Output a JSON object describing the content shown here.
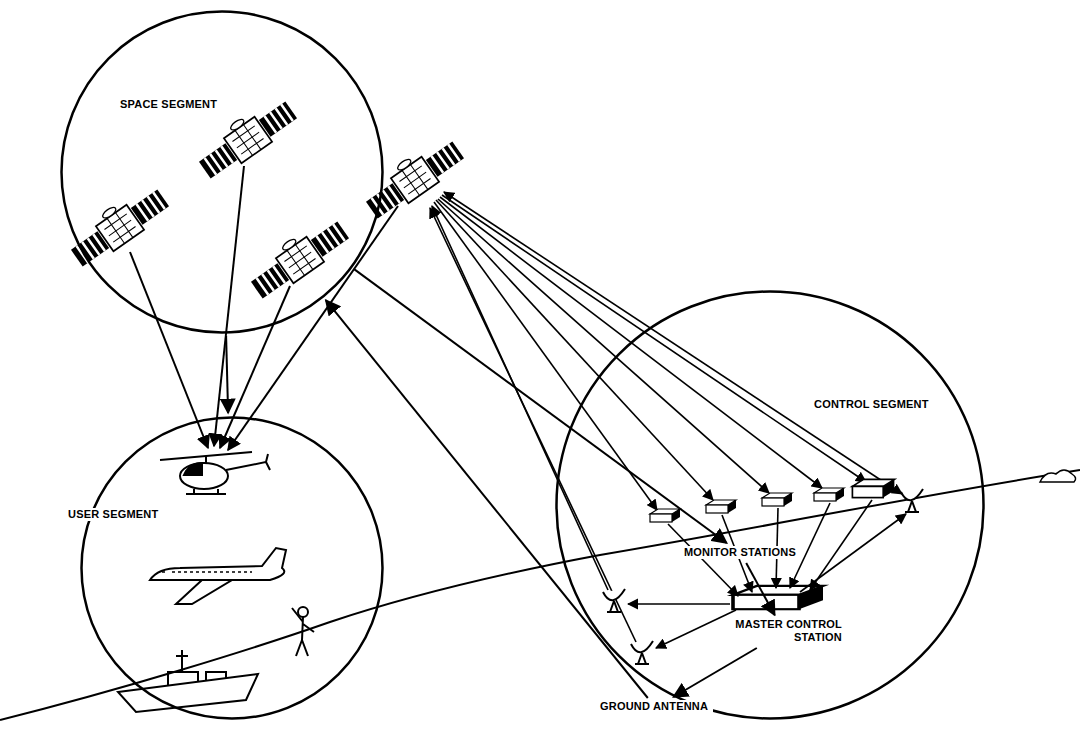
{
  "diagram": {
    "nodes": [
      {
        "text": [
          "SPACE SEGMENT"
        ]
      },
      {
        "text": [
          "USER SEGMENT"
        ]
      },
      {
        "text": [
          "CONTROL SEGMENT"
        ]
      },
      {
        "text": [
          "MONITOR STATIONS"
        ],
        "in": 2
      },
      {
        "text": [
          "MASTER CONTROL STATION"
        ],
        "in": 2
      },
      {
        "text": [
          "GROUND ANTENNA"
        ],
        "in": 2
      }
    ],
    "edges": [
      {
        "from": 0,
        "to": 1,
        "arrow": "to"
      },
      {
        "from": 0,
        "to": 3,
        "arrow": "to"
      },
      {
        "from": 3,
        "to": 4,
        "arrow": "to"
      },
      {
        "from": 4,
        "to": 5,
        "arrow": "to"
      },
      {
        "from": 5,
        "to": 0,
        "arrow": "to"
      }
    ]
  }
}
